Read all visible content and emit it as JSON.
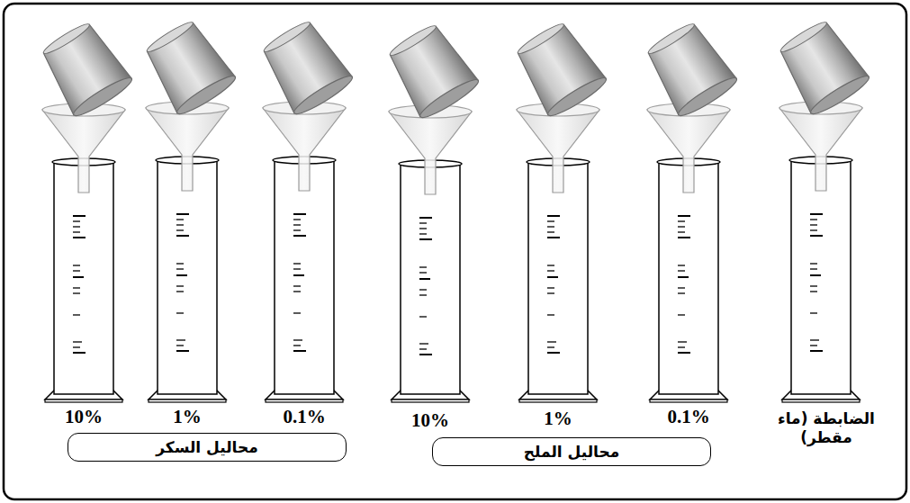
{
  "diagram": {
    "nodes": [
      {
        "text": [
          "محاليل السكر"
        ]
      },
      {
        "text": [
          "محاليل الملح"
        ]
      }
    ],
    "labels": [
      "10%",
      "1%",
      "0.1%",
      "10%",
      "1%",
      "0.1%",
      "الضابطة (ماء مقطر)"
    ]
  }
}
